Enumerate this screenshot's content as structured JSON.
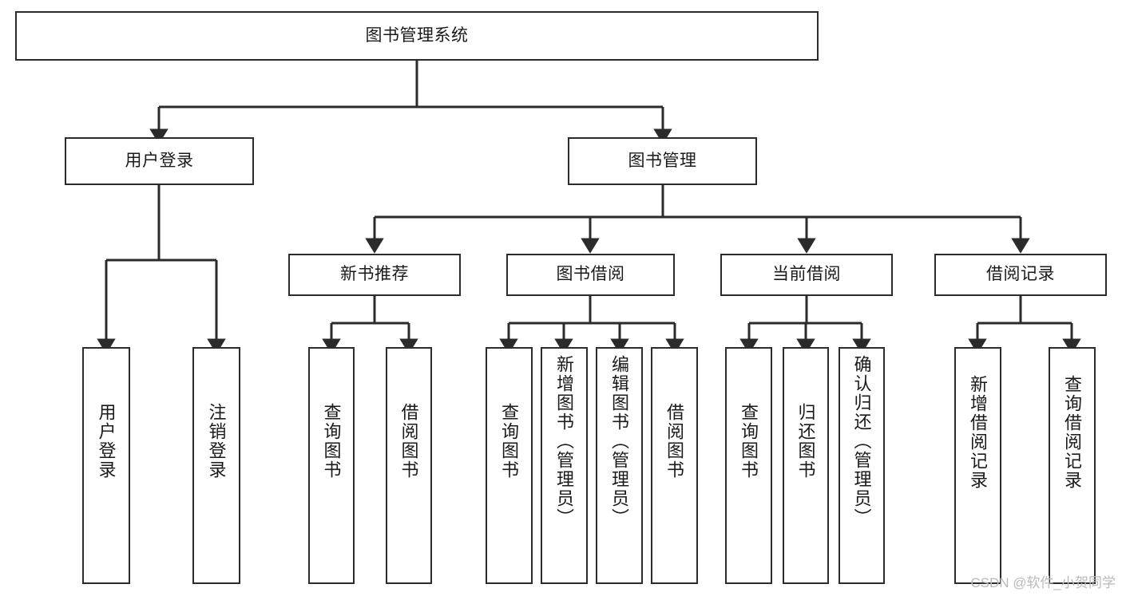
{
  "diagram": {
    "type": "tree",
    "title": "图书管理系统",
    "style": {
      "box_stroke": "#2b2b2b",
      "box_fill": "#ffffff",
      "edge_color": "#2b2b2b",
      "text_color": "#1a1a1a",
      "background": "#ffffff",
      "watermark_color": "#b9b9b9"
    },
    "watermark": "CSDN @软件_小贺同学",
    "nodes": {
      "root": {
        "label": "图书管理系统"
      },
      "level2": [
        {
          "id": "user-login",
          "label": "用户登录"
        },
        {
          "id": "book-manage",
          "label": "图书管理"
        }
      ],
      "level3": [
        {
          "id": "new-book-recommend",
          "label": "新书推荐"
        },
        {
          "id": "book-borrow",
          "label": "图书借阅"
        },
        {
          "id": "current-borrow",
          "label": "当前借阅"
        },
        {
          "id": "borrow-record",
          "label": "借阅记录"
        }
      ],
      "leaves": [
        {
          "id": "leaf-user-login",
          "label": "用户登录",
          "parent": "user-login"
        },
        {
          "id": "leaf-logout",
          "label": "注销登录",
          "parent": "user-login"
        },
        {
          "id": "leaf-query-book-1",
          "label": "查询图书",
          "parent": "new-book-recommend"
        },
        {
          "id": "leaf-borrow-book-1",
          "label": "借阅图书",
          "parent": "new-book-recommend"
        },
        {
          "id": "leaf-query-book-2",
          "label": "查询图书",
          "parent": "book-borrow"
        },
        {
          "id": "leaf-add-book",
          "label": "新增图书（管理员）",
          "parent": "book-borrow"
        },
        {
          "id": "leaf-edit-book",
          "label": "编辑图书（管理员）",
          "parent": "book-borrow"
        },
        {
          "id": "leaf-borrow-book-2",
          "label": "借阅图书",
          "parent": "book-borrow"
        },
        {
          "id": "leaf-query-book-3",
          "label": "查询图书",
          "parent": "current-borrow"
        },
        {
          "id": "leaf-return-book",
          "label": "归还图书",
          "parent": "current-borrow"
        },
        {
          "id": "leaf-confirm-return",
          "label": "确认归还（管理员）",
          "parent": "current-borrow"
        },
        {
          "id": "leaf-add-record",
          "label": "新增借阅记录",
          "parent": "borrow-record"
        },
        {
          "id": "leaf-query-record",
          "label": "查询借阅记录",
          "parent": "borrow-record"
        }
      ]
    }
  }
}
